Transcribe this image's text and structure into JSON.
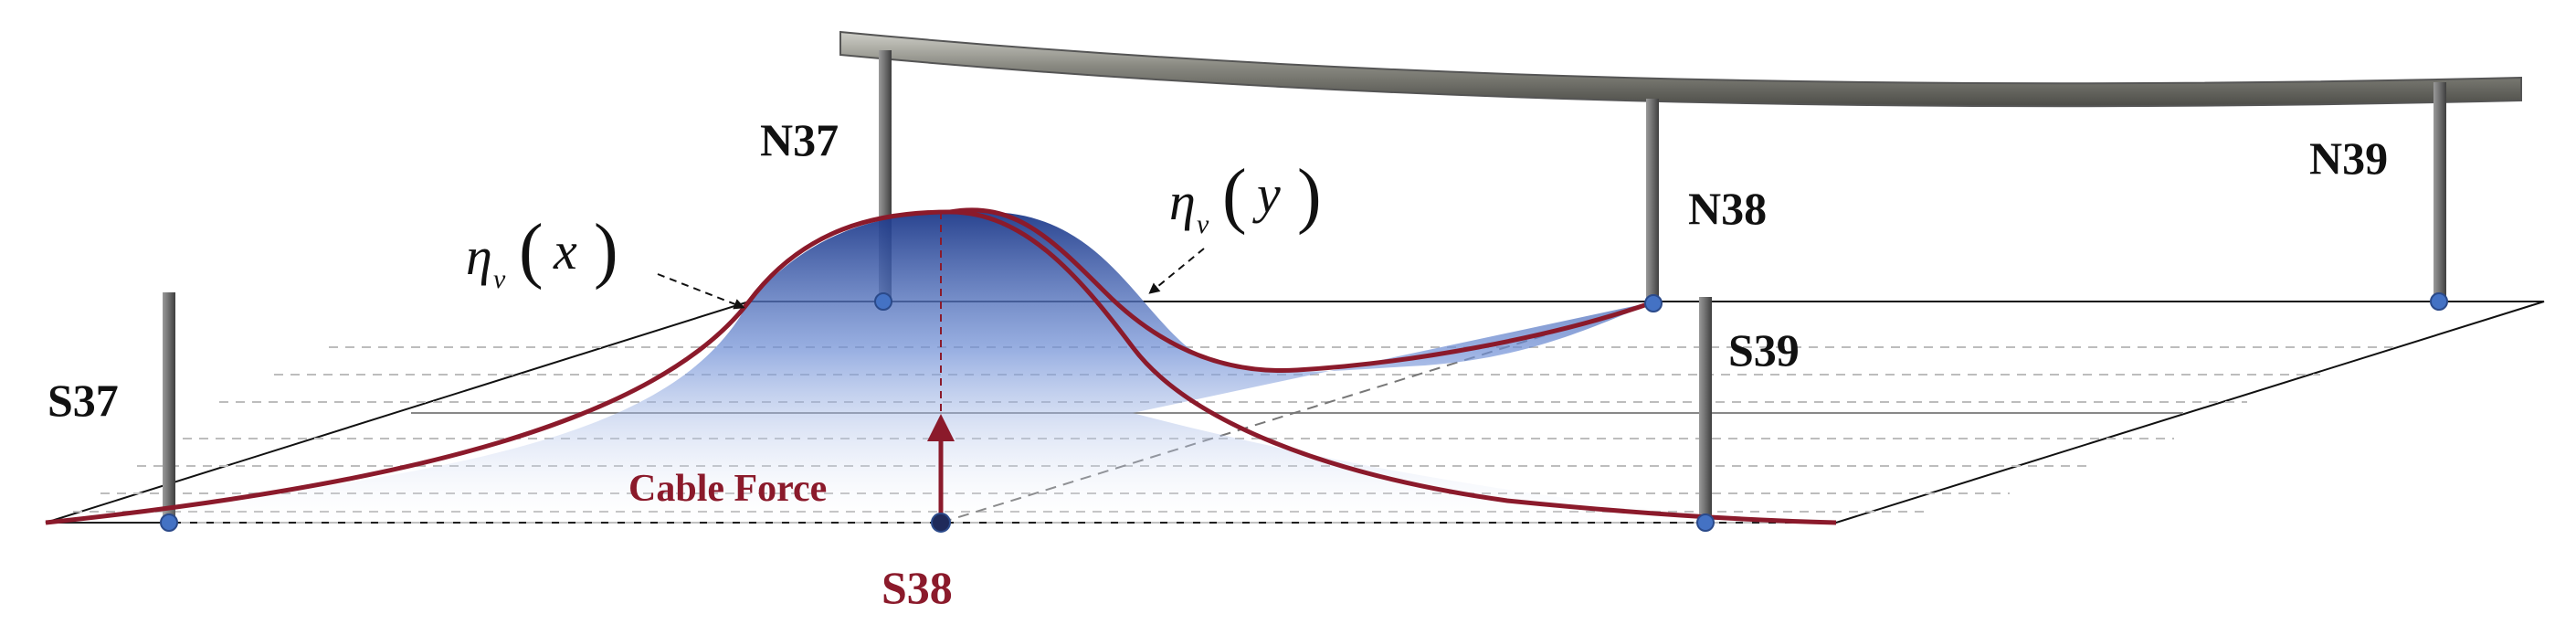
{
  "labels": {
    "n37": "N37",
    "n38": "N38",
    "n39": "N39",
    "s37": "S37",
    "s38": "S38",
    "s39": "S39",
    "cable_force": "Cable Force"
  },
  "influence_lines": {
    "x": {
      "symbol": "η",
      "subscript": "v",
      "arg": "x"
    },
    "y": {
      "symbol": "η",
      "subscript": "v",
      "arg": "y"
    }
  },
  "colors": {
    "curve": "#8b1a2b",
    "label_accent": "#8b1a2b",
    "fill_dark": "#1e3a8a",
    "fill_light": "#ffffff",
    "node": "#4472c4",
    "pole": "#6b6b6b",
    "beam": "#7a7a72"
  }
}
